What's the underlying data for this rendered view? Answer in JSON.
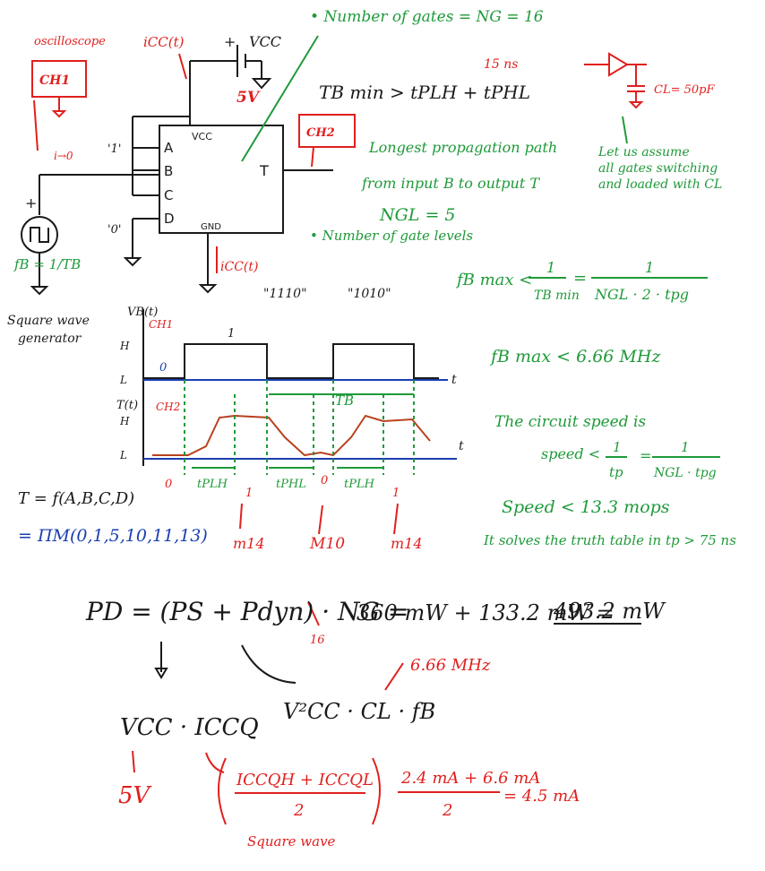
{
  "colors": {
    "black": "#1a1a1a",
    "red": "#e0201e",
    "green": "#1f9a3a",
    "blue": "#1a3fb0",
    "wave": "#b8421e"
  },
  "circuit": {
    "oscilloscope_label": "oscilloscope",
    "ch1": "CH1",
    "ch2": "CH2",
    "icc_top": "iCC(t)",
    "icc_bottom": "iCC(t)",
    "vcc_supply": "VCC",
    "supply_voltage": "5V",
    "pin_vcc": "VCC",
    "pin_a": "A",
    "pin_b": "B",
    "pin_c": "C",
    "pin_d": "D",
    "pin_gnd": "GND",
    "pin_t": "T",
    "ia_label": "i→0",
    "input_one": "'1'",
    "input_zero": "'0'",
    "generator_plus": "+",
    "supply_plus": "+",
    "fb_formula": "fB = 1/TB",
    "generator_caption_1": "Square wave",
    "generator_caption_2": "generator"
  },
  "notes": {
    "gates": "• Number of gates = NG = 16",
    "tb_min": "TB min > tPLH + tPHL",
    "tb_annot": "15 ns",
    "path_1": "Longest propagation path",
    "path_2": "from input B to output T",
    "ngl": "NGL = 5",
    "gate_levels": "• Number of gate levels",
    "cl_value": "CL= 50pF",
    "assume_1": "Let us assume",
    "assume_2": "all gates switching",
    "assume_3": "and loaded with CL",
    "fmax_lhs": "fB max <",
    "fmax_mid1": "1",
    "fmax_mid2": "TB min",
    "fmax_eq": "=",
    "fmax_r1": "1",
    "fmax_r2": "NGL · 2 · tpg",
    "fmax_value": "fB max < 6.66 MHz",
    "speed_1": "The circuit speed is",
    "speed_lhs": "speed <",
    "speed_f1": "1",
    "speed_f2": "tp",
    "speed_eq": "=",
    "speed_r1": "1",
    "speed_r2": "NGL · tpg",
    "speed_value": "Speed < 13.3 mops",
    "solves": "It solves the truth table in tp > 75 ns"
  },
  "timing": {
    "vb_axis": "VB(t)",
    "ch1": "CH1",
    "h": "H",
    "l": "L",
    "t": "t",
    "seq1": "\"1110\"",
    "seq2": "\"1010\"",
    "bit_0": "0",
    "bit_1": "1",
    "tb": "TB",
    "t_axis": "T(t)",
    "ch2": "CH2",
    "tplh": "tPLH",
    "tphl": "tPHL",
    "tplh2": "tPLH",
    "out_0": "0",
    "out_1": "1",
    "out_2": "0",
    "out_3": "1",
    "m14a": "m14",
    "m10": "M10",
    "m14b": "m14"
  },
  "function": {
    "line1": "T = f(A,B,C,D)",
    "line2": "= ΠM(0,1,5,10,11,13)"
  },
  "power": {
    "pd": "PD = (PS + Pdyn) · NG =",
    "pd_values": "360 mW + 133.2 mW =",
    "pd_total": "493.2 mW",
    "ng_val": "16",
    "freq": "6.66 MHz",
    "dyn": "V²CC · CL · fB",
    "static": "VCC · ICCQ",
    "vcc_val": "5V",
    "frac_num": "ICCQH + ICCQL",
    "frac_den": "2",
    "square_wave": "Square wave",
    "eq_num": "2.4 mA + 6.6 mA",
    "eq_den": "2",
    "eq_result": "= 4.5 mA"
  }
}
